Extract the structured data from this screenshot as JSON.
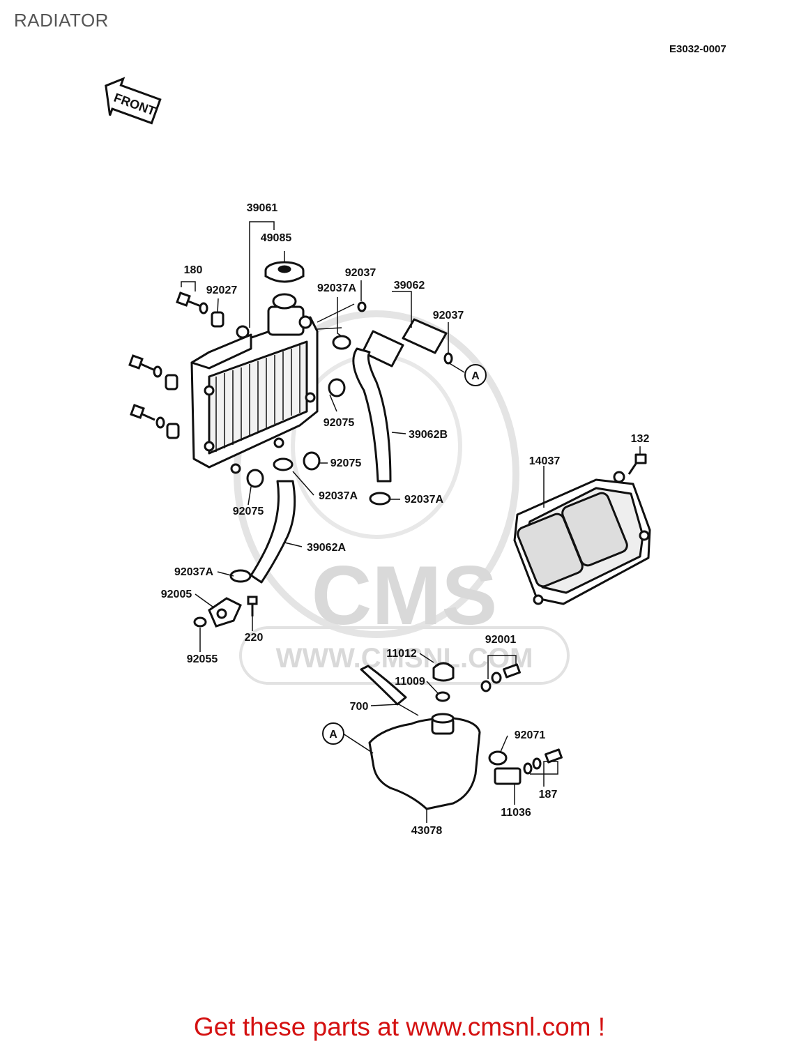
{
  "page": {
    "title": "RADIATOR",
    "diagram_code": "E3032-0007"
  },
  "orientation": {
    "front_label": "FRONT"
  },
  "watermark": {
    "logo_text": "CMS",
    "url_text": "WWW.CMSNL.COM"
  },
  "callouts": {
    "p39061": "39061",
    "p49085": "49085",
    "p180": "180",
    "p92027": "92027",
    "p92037_top": "92037",
    "p92037a_top": "92037A",
    "p39062": "39062",
    "p92037_right": "92037",
    "p92075_a": "92075",
    "p39062b": "39062B",
    "p92075_b": "92075",
    "p92037a_mid": "92037A",
    "p92037a_right": "92037A",
    "p92075_c": "92075",
    "p39062a": "39062A",
    "p92037a_low": "92037A",
    "p92005": "92005",
    "p220": "220",
    "p92055": "92055",
    "p132": "132",
    "p14037": "14037",
    "p11012": "11012",
    "p92001": "92001",
    "p11009": "11009",
    "p700": "700",
    "p92071": "92071",
    "p187": "187",
    "p11036": "11036",
    "p43078": "43078",
    "ref_a": "A"
  },
  "footer": {
    "promo_text": "Get these parts at www.cmsnl.com !",
    "promo_color": "#d41111"
  }
}
